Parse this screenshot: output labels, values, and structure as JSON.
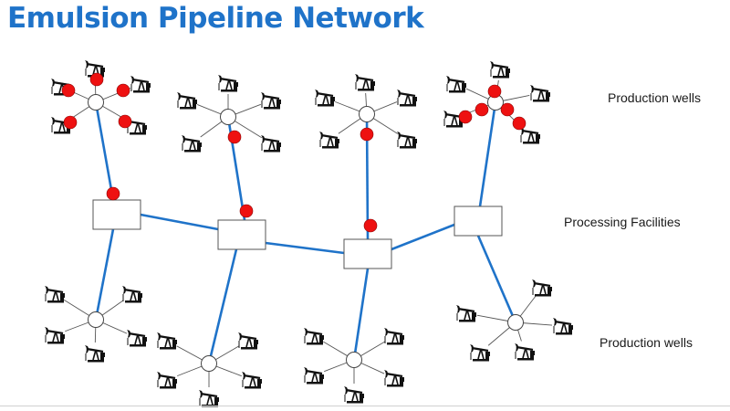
{
  "title": "Emulsion Pipeline Network",
  "labels": {
    "production_top": "Production wells",
    "processing": "Processing Facilities",
    "production_bottom": "Production wells"
  },
  "colors": {
    "title": "#1f73c9",
    "pipeline": "#1f73c9",
    "marker": "#ee1111",
    "hub_stroke": "#444444",
    "spoke": "#555555"
  },
  "icons": {
    "well": "pumpjack-icon",
    "marker": "red-dot-marker",
    "hub": "wellhead-manifold-hub",
    "facility": "processing-facility-box"
  }
}
